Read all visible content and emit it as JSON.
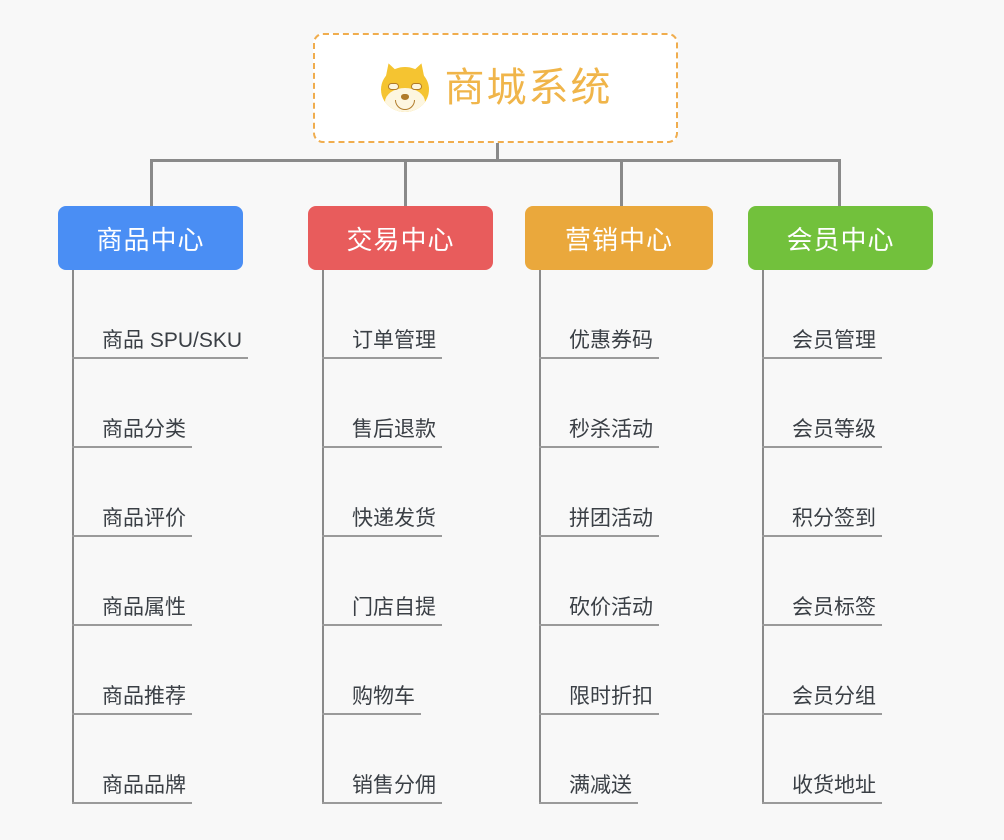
{
  "page": {
    "background_color": "#f8f8f8",
    "type": "mind-map"
  },
  "root": {
    "title": "商城系统",
    "icon": "dog-face-icon",
    "border_color": "#f0ad4e",
    "text_color": "#f0b54a",
    "background_color": "#ffffff"
  },
  "connector_color": "#8a8a8a",
  "branches": [
    {
      "label": "商品中心",
      "color": "#4a8ef4",
      "items": [
        "商品 SPU/SKU",
        "商品分类",
        "商品评价",
        "商品属性",
        "商品推荐",
        "商品品牌"
      ]
    },
    {
      "label": "交易中心",
      "color": "#e85c5c",
      "items": [
        "订单管理",
        "售后退款",
        "快递发货",
        "门店自提",
        "购物车",
        "销售分佣"
      ]
    },
    {
      "label": "营销中心",
      "color": "#eaa83c",
      "items": [
        "优惠券码",
        "秒杀活动",
        "拼团活动",
        "砍价活动",
        "限时折扣",
        "满减送"
      ]
    },
    {
      "label": "会员中心",
      "color": "#72c13c",
      "items": [
        "会员管理",
        "会员等级",
        "积分签到",
        "会员标签",
        "会员分组",
        "收货地址"
      ]
    }
  ],
  "layout": {
    "branch_lefts": [
      58,
      308,
      525,
      748
    ],
    "branch_widths": [
      185,
      185,
      188,
      185
    ],
    "drop_lefts": [
      150,
      404,
      620,
      838
    ]
  }
}
